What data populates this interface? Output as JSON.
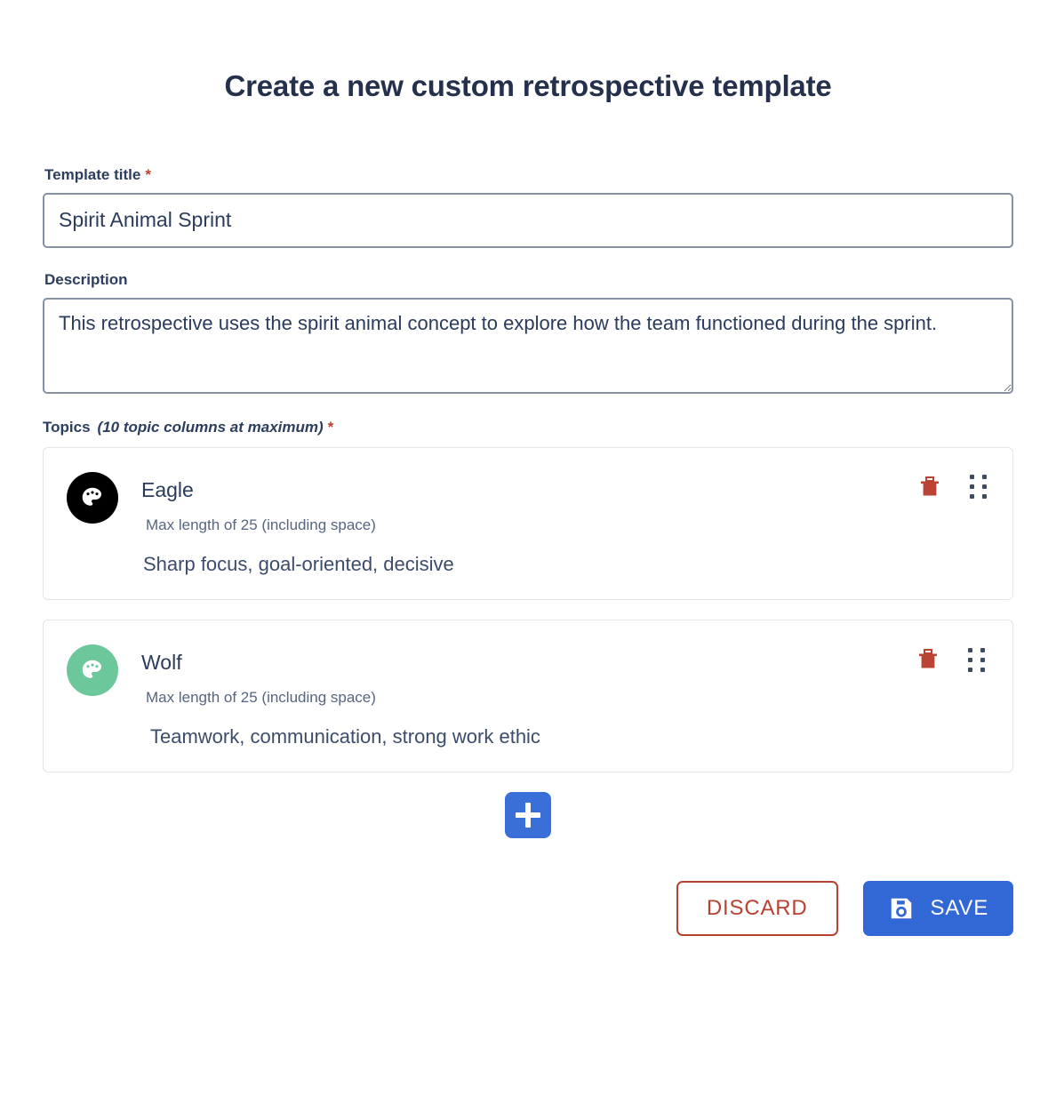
{
  "page": {
    "title": "Create a new custom retrospective template"
  },
  "form": {
    "title_field": {
      "label": "Template title",
      "required_mark": "*",
      "value": "Spirit Animal Sprint",
      "placeholder": ""
    },
    "description_field": {
      "label": "Description",
      "value": "This retrospective uses the spirit animal concept to explore how the team functioned during the sprint.",
      "placeholder": ""
    },
    "topics_section": {
      "label": "Topics",
      "hint": "(10 topic columns at maximum)",
      "required_mark": "*",
      "cards": [
        {
          "name": "Eagle",
          "max_length_hint": "Max length of 25 (including space)",
          "description": "Sharp focus, goal-oriented, decisive",
          "avatar_color": "#000000",
          "avatar_icon": "palette-icon",
          "delete_icon": "trash-icon",
          "drag_icon": "drag-handle-icon"
        },
        {
          "name": "Wolf",
          "max_length_hint": "Max length of 25 (including space)",
          "description": "Teamwork, communication, strong work ethic",
          "avatar_color": "#6cc79a",
          "avatar_icon": "palette-icon",
          "delete_icon": "trash-icon",
          "drag_icon": "drag-handle-icon"
        }
      ],
      "add_button_icon": "plus-icon"
    }
  },
  "footer": {
    "discard_label": "DISCARD",
    "save_label": "SAVE",
    "save_icon": "floppy-disk-save-icon"
  },
  "colors": {
    "accent_blue": "#3267d6",
    "danger_red": "#b64232",
    "required_red": "#bf4030",
    "text_navy": "#2a3b5c",
    "muted_text": "#57657f",
    "input_border": "#8591a5",
    "card_border": "#e3e5e9"
  }
}
